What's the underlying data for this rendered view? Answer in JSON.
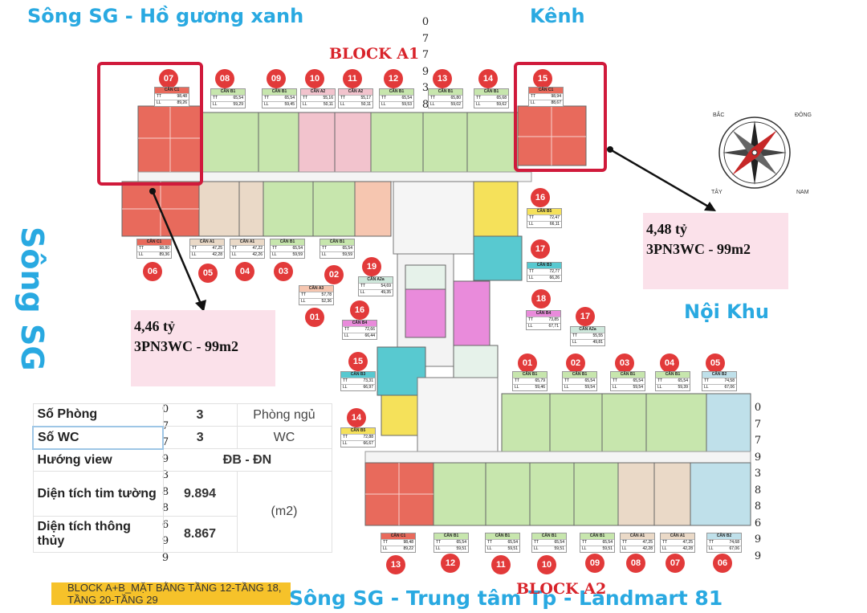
{
  "labels": {
    "top_left": "Sông SG - Hồ gương xanh",
    "top_right": "Kênh",
    "left_side": "Sông SG",
    "mid_right": "Nội Khu",
    "bottom": "Sông SG - Trung tâm Tp - Landmart 81",
    "block_a1": "BLOCK A1",
    "block_a2": "BLOCK A2",
    "footer": "BLOCK A+B_MẶT BẰNG TẦNG 12-TẦNG 18, TẦNG 20-TẦNG 29"
  },
  "compass": {
    "n": "BẮC",
    "e": "ĐÔNG",
    "w": "TÂY",
    "s": "NAM"
  },
  "digit_column": [
    "0",
    "7",
    "7",
    "9",
    "3",
    "8",
    "8",
    "6",
    "9",
    "9"
  ],
  "price_boxes": [
    {
      "price": "4,48 tỷ",
      "spec": "3PN3WC - 99m2"
    },
    {
      "price": "4,46 tỷ",
      "spec": "3PN3WC - 99m2"
    }
  ],
  "info_table": {
    "rooms_label": "Số Phòng",
    "rooms_value": "3",
    "rooms_unit": "Phòng ngủ",
    "wc_label": "Số WC",
    "wc_value": "3",
    "wc_unit": "WC",
    "view_label": "Hướng view",
    "view_value": "ĐB - ĐN",
    "area_wall_label": "Diện tích tim tường",
    "area_wall_value": "9.894",
    "area_net_label": "Diện tích thông thủy",
    "area_net_value": "8.867",
    "area_unit": "(m2)"
  },
  "a1_top_units": [
    {
      "no": "07",
      "type": "CĂN C1",
      "tt": "98,48",
      "ll": "89,26"
    },
    {
      "no": "08",
      "type": "CĂN B1",
      "tt": "65,54",
      "ll": "59,29"
    },
    {
      "no": "09",
      "type": "CĂN B1",
      "tt": "65,54",
      "ll": "59,45"
    },
    {
      "no": "10",
      "type": "CĂN A2",
      "tt": "55,16",
      "ll": "50,11"
    },
    {
      "no": "11",
      "type": "CĂN A2",
      "tt": "55,17",
      "ll": "50,11"
    },
    {
      "no": "12",
      "type": "CĂN B1",
      "tt": "65,54",
      "ll": "59,53"
    },
    {
      "no": "13",
      "type": "CĂN B1",
      "tt": "65,80",
      "ll": "59,02"
    },
    {
      "no": "14",
      "type": "CĂN B1",
      "tt": "65,68",
      "ll": "59,62"
    },
    {
      "no": "15",
      "type": "CĂN C1",
      "tt": "98,94",
      "ll": "88,67"
    }
  ],
  "a1_bottom_units": [
    {
      "no": "06",
      "type": "CĂN C1",
      "tt": "98,80",
      "ll": "89,36"
    },
    {
      "no": "05",
      "type": "CĂN A1",
      "tt": "47,25",
      "ll": "42,28"
    },
    {
      "no": "04",
      "type": "CĂN A1",
      "tt": "47,22",
      "ll": "42,26"
    },
    {
      "no": "03",
      "type": "CĂN B1",
      "tt": "65,54",
      "ll": "59,59"
    },
    {
      "no": "02",
      "type": "CĂN B1",
      "tt": "65,54",
      "ll": "59,59"
    }
  ],
  "a1_right_units": [
    {
      "no": "16",
      "type": "CĂN B5",
      "tt": "72,47",
      "ll": "66,11"
    },
    {
      "no": "17",
      "type": "CĂN B3",
      "tt": "72,77",
      "ll": "66,26"
    }
  ],
  "mid_units": [
    {
      "no": "01",
      "type": "CĂN A3",
      "tt": "57,78",
      "ll": "52,36"
    },
    {
      "no": "19",
      "type": "CĂN A2a",
      "tt": "54,69",
      "ll": "49,35"
    },
    {
      "no": "16",
      "type": "CĂN B4",
      "tt": "72,66",
      "ll": "66,44"
    },
    {
      "no": "18",
      "type": "CĂN B4",
      "tt": "73,85",
      "ll": "67,71"
    },
    {
      "no": "17",
      "type": "CĂN A2a",
      "tt": "55,55",
      "ll": "49,81"
    },
    {
      "no": "15",
      "type": "CĂN B3",
      "tt": "73,31",
      "ll": "66,97"
    },
    {
      "no": "14",
      "type": "CĂN B5",
      "tt": "72,88",
      "ll": "66,67"
    }
  ],
  "a2_top_units": [
    {
      "no": "01",
      "type": "CĂN B1",
      "tt": "65,79",
      "ll": "59,46"
    },
    {
      "no": "02",
      "type": "CĂN B1",
      "tt": "65,54",
      "ll": "59,54"
    },
    {
      "no": "03",
      "type": "CĂN B1",
      "tt": "65,54",
      "ll": "59,54"
    },
    {
      "no": "04",
      "type": "CĂN B1",
      "tt": "65,54",
      "ll": "59,39"
    },
    {
      "no": "05",
      "type": "CĂN B2",
      "tt": "74,58",
      "ll": "67,06"
    }
  ],
  "a2_bottom_units": [
    {
      "no": "13",
      "type": "CĂN C1",
      "tt": "98,48",
      "ll": "89,22"
    },
    {
      "no": "12",
      "type": "CĂN B1",
      "tt": "65,54",
      "ll": "59,51"
    },
    {
      "no": "11",
      "type": "CĂN B1",
      "tt": "65,54",
      "ll": "59,51"
    },
    {
      "no": "10",
      "type": "CĂN B1",
      "tt": "65,54",
      "ll": "59,51"
    },
    {
      "no": "09",
      "type": "CĂN B1",
      "tt": "65,54",
      "ll": "59,51"
    },
    {
      "no": "08",
      "type": "CĂN A1",
      "tt": "47,25",
      "ll": "42,28"
    },
    {
      "no": "07",
      "type": "CĂN A1",
      "tt": "47,25",
      "ll": "42,28"
    },
    {
      "no": "06",
      "type": "CĂN B2",
      "tt": "74,68",
      "ll": "67,06"
    }
  ]
}
